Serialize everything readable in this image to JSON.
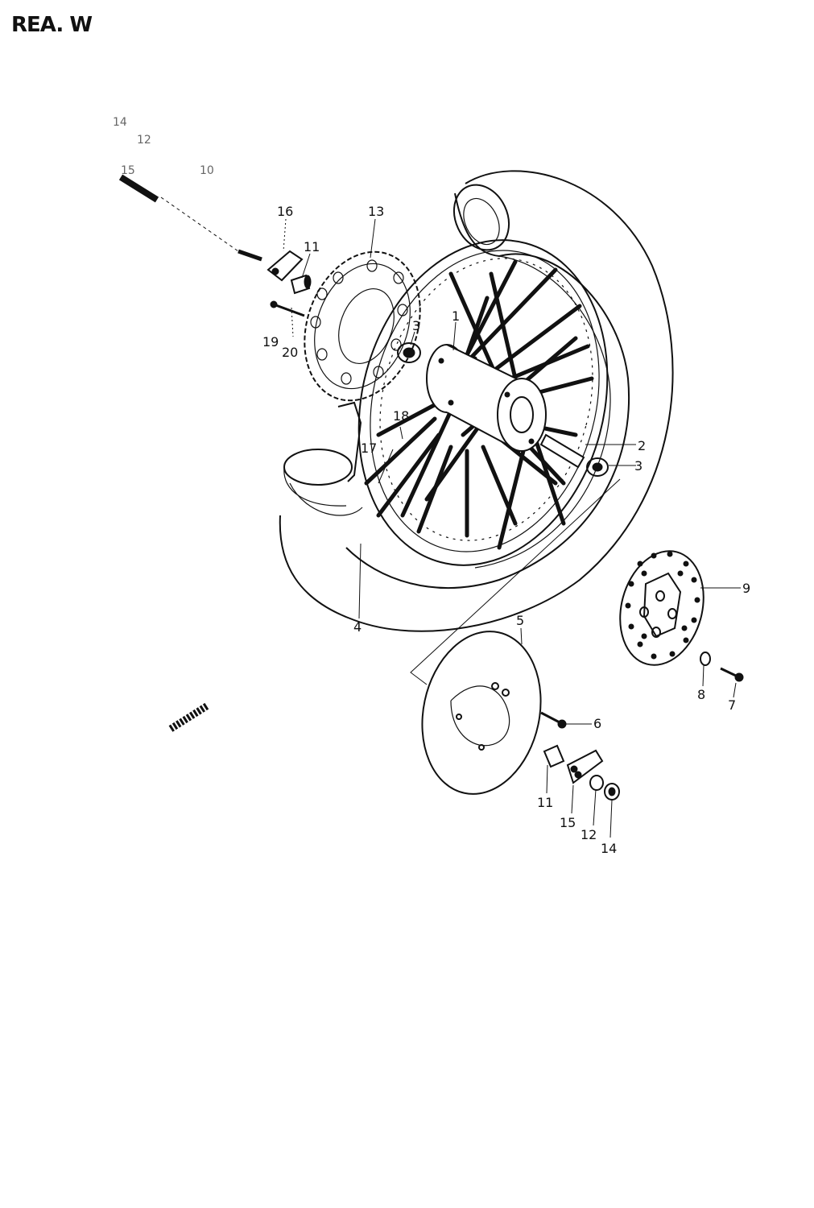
{
  "header": {
    "title": "REA.  W"
  },
  "callouts": {
    "faint_top": [
      "14",
      "12",
      "15",
      "10"
    ],
    "labels": [
      "16",
      "13",
      "11",
      "19",
      "20",
      "3",
      "1",
      "18",
      "17",
      "2",
      "3",
      "4",
      "9",
      "5",
      "8",
      "7",
      "6",
      "11",
      "15",
      "12",
      "14"
    ]
  }
}
